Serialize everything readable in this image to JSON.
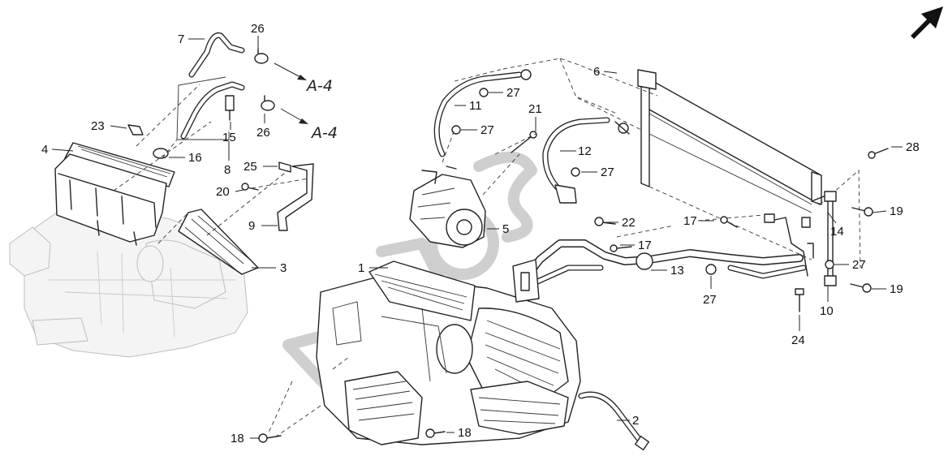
{
  "callouts": {
    "c1": "1",
    "c2": "2",
    "c3": "3",
    "c4": "4",
    "c5": "5",
    "c6": "6",
    "c7": "7",
    "c8": "8",
    "c9": "9",
    "c10": "10",
    "c11": "11",
    "c12": "12",
    "c13": "13",
    "c14": "14",
    "c15": "15",
    "c16": "16",
    "c17a": "17",
    "c17b": "17",
    "c18a": "18",
    "c18b": "18",
    "c19a": "19",
    "c19b": "19",
    "c20": "20",
    "c21": "21",
    "c22": "22",
    "c23": "23",
    "c24": "24",
    "c25": "25",
    "c26a": "26",
    "c26b": "26",
    "c27a": "27",
    "c27b": "27",
    "c27c": "27",
    "c27d": "27",
    "c27e": "27",
    "c28": "28"
  },
  "references": {
    "ref_a": "A-4",
    "ref_b": "A-4"
  },
  "icons": {
    "direction": "front-arrow-icon"
  },
  "colors": {
    "line": "#222222",
    "ghost": "#bdbdbd",
    "background": "#ffffff"
  }
}
